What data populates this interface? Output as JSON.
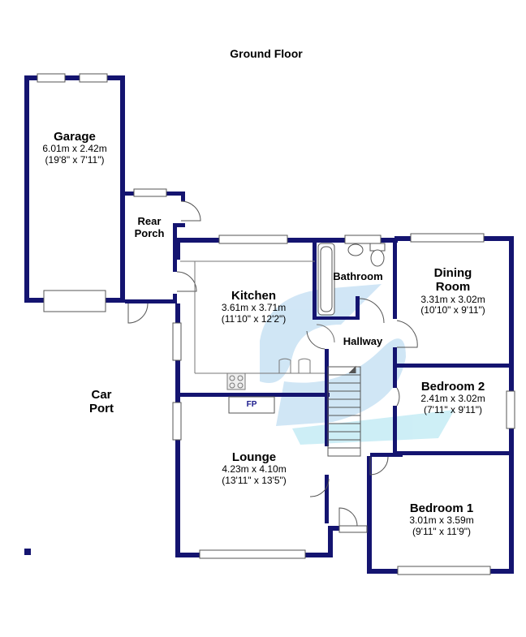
{
  "title": "Ground Floor",
  "colors": {
    "wall": "#141470",
    "fixture": "#555555",
    "watermark": "#2d8fd4"
  },
  "rooms": {
    "garage": {
      "name": "Garage",
      "metric": "6.01m x 2.42m",
      "imperial": "(19'8\" x 7'11\")"
    },
    "rear_porch": {
      "name_line1": "Rear",
      "name_line2": "Porch"
    },
    "kitchen": {
      "name": "Kitchen",
      "metric": "3.61m x 3.71m",
      "imperial": "(11'10\" x 12'2\")"
    },
    "bathroom": {
      "name": "Bathroom"
    },
    "dining_room": {
      "name_line1": "Dining",
      "name_line2": "Room",
      "metric": "3.31m x 3.02m",
      "imperial": "(10'10\" x 9'11\")"
    },
    "hallway": {
      "name": "Hallway"
    },
    "car_port": {
      "name_line1": "Car",
      "name_line2": "Port"
    },
    "bedroom_2": {
      "name": "Bedroom 2",
      "metric": "2.41m x 3.02m",
      "imperial": "(7'11\" x 9'11\")"
    },
    "lounge": {
      "name": "Lounge",
      "metric": "4.23m x 4.10m",
      "imperial": "(13'11\" x 13'5\")"
    },
    "bedroom_1": {
      "name": "Bedroom 1",
      "metric": "3.01m x 3.59m",
      "imperial": "(9'11\" x 11'9\")"
    }
  },
  "fireplace": {
    "label": "FP"
  }
}
